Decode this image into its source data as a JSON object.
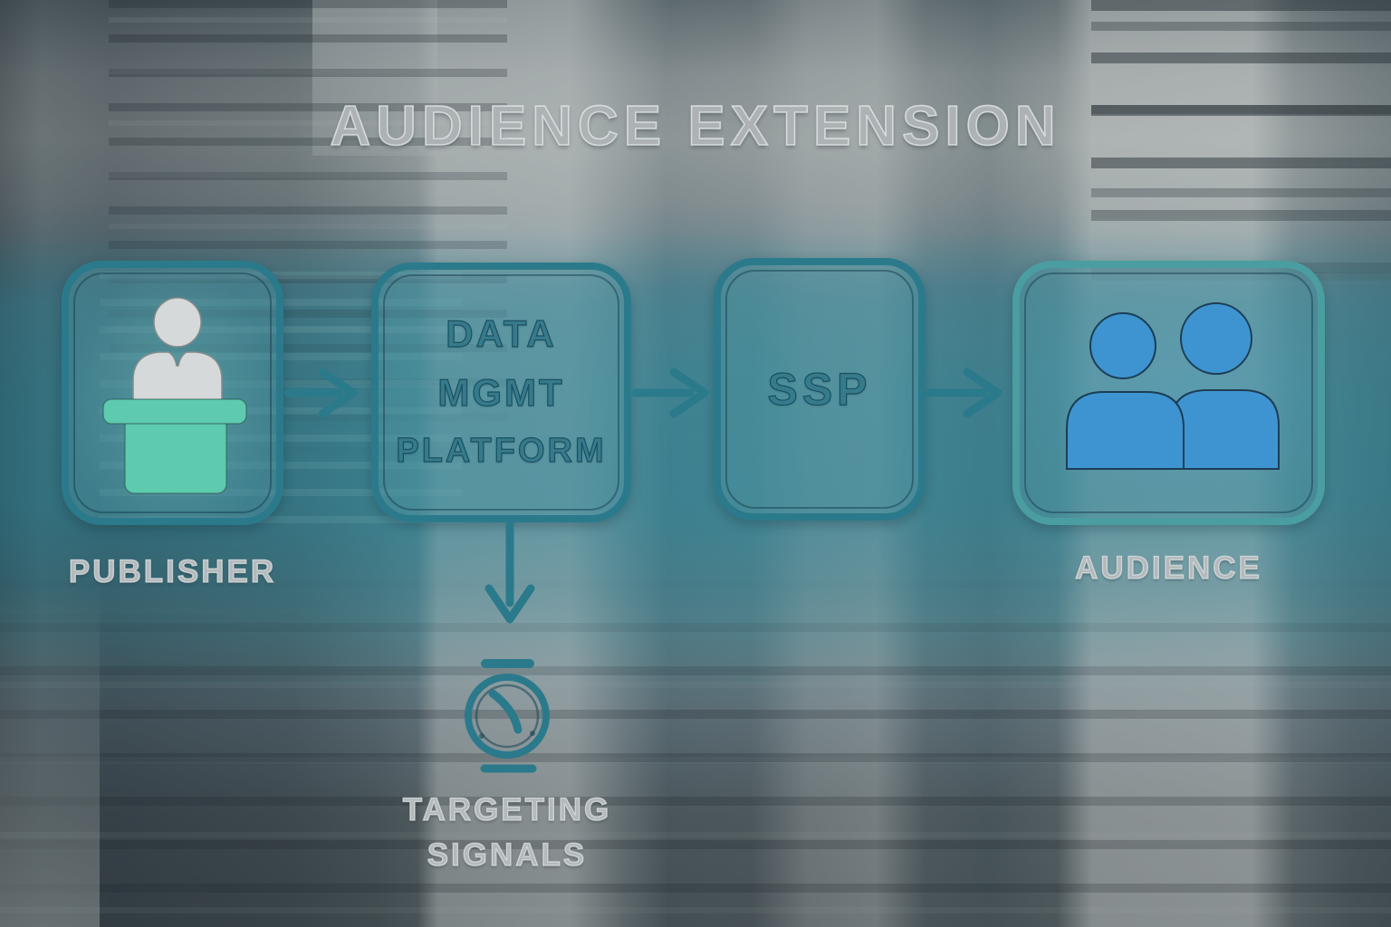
{
  "title": "AUDIENCE EXTENSION",
  "flow": {
    "publisher": {
      "caption": "PUBLISHER",
      "icon": "person-at-podium"
    },
    "dmp": {
      "line1": "DATA",
      "line2": "MGMT",
      "line3": "PLATFORM"
    },
    "ssp": {
      "label": "SSP"
    },
    "audience": {
      "caption": "AUDIENCE",
      "icon": "two-people"
    },
    "targeting_signals": {
      "line1": "TARGETING",
      "line2": "SIGNALS",
      "icon": "gauge"
    }
  },
  "colors": {
    "box_border": "#2b7a8c",
    "audience_border": "#4a9da0",
    "box_fill": "rgba(78,146,160,0.45)",
    "box_text": "#367b8b",
    "caption_text": "#b4babc",
    "title_text": "#adb3b5",
    "arrow": "#2b7a8c",
    "podium_green": "#5ecbae",
    "person_gray": "#d6d9d9",
    "audience_blue": "#3e94d1"
  }
}
